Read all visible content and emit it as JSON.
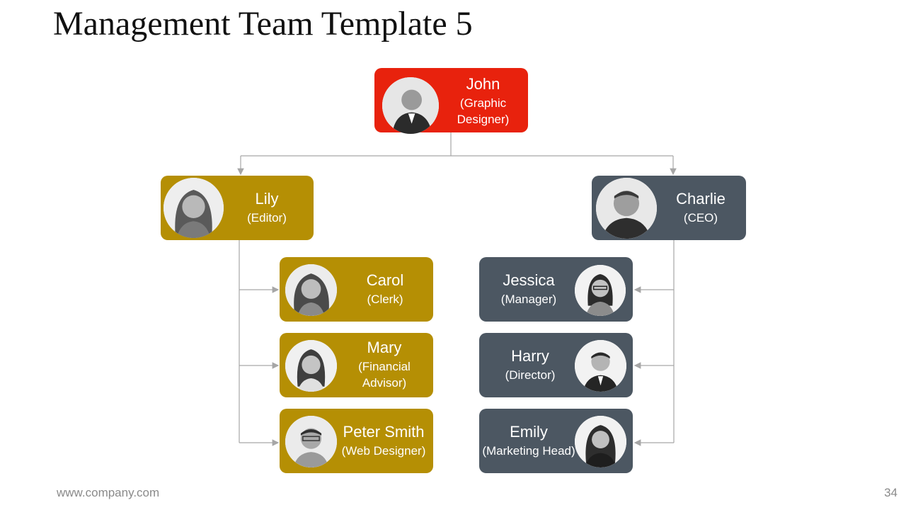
{
  "title": "Management Team Template 5",
  "footer": {
    "url": "www.company.com",
    "page": "34"
  },
  "colors": {
    "top": "#e8220d",
    "left_branch": "#b58f04",
    "right_branch": "#4c5762",
    "connector": "#a6a6a6"
  },
  "team": {
    "john": {
      "name": "John",
      "role_line1": "(Graphic",
      "role_line2": "Designer)"
    },
    "lily": {
      "name": "Lily",
      "role_line1": "(Editor)"
    },
    "charlie": {
      "name": "Charlie",
      "role_line1": "(CEO)"
    },
    "carol": {
      "name": "Carol",
      "role_line1": "(Clerk)"
    },
    "mary": {
      "name": "Mary",
      "role_line1": "(Financial",
      "role_line2": "Advisor)"
    },
    "peter": {
      "name": "Peter Smith",
      "role_line1": "(Web Designer)"
    },
    "jessica": {
      "name": "Jessica",
      "role_line1": "(Manager)"
    },
    "harry": {
      "name": "Harry",
      "role_line1": "(Director)"
    },
    "emily": {
      "name": "Emily",
      "role_line1": "(Marketing Head)"
    }
  }
}
